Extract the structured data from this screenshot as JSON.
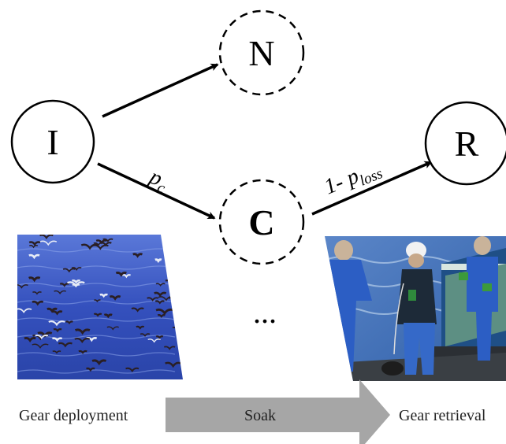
{
  "nodes": {
    "initial": "I",
    "not_caught": "N",
    "caught": "C",
    "retrieved": "R"
  },
  "edges": {
    "capture_prob_symbol": "p",
    "capture_prob_subscript": "c",
    "retention_prefix": "1- ",
    "retention_symbol": "p",
    "retention_subscript": "loss"
  },
  "ellipsis": "...",
  "timeline": {
    "deployment": "Gear deployment",
    "soak": "Soak",
    "retrieval": "Gear retrieval"
  },
  "images": {
    "deployment_photo": "seabirds-over-ocean",
    "retrieval_photo": "crew-hauling-line-on-deck"
  },
  "colors": {
    "ink": "#000000",
    "arrow_gray": "#a6a6a6",
    "ocean": "#3a56c6",
    "gear_blue": "#2f62c9"
  }
}
